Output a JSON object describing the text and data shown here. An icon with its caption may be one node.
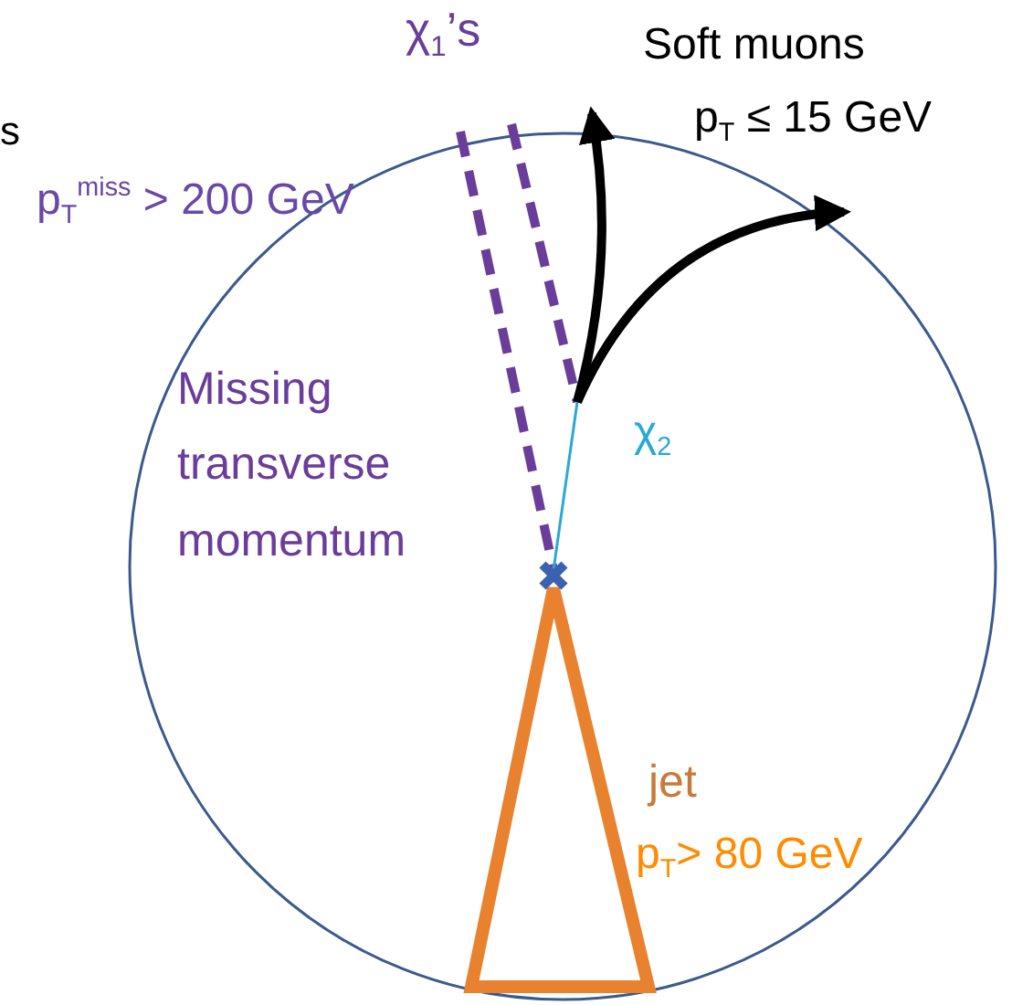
{
  "diagram": {
    "labels": [
      "s",
      "χ$_{1}$’s",
      "Soft muons",
      "p$_{T}$ ≤ 15 GeV",
      "p$_{T}$$^{miss}$ > 200 GeV",
      "Missing transverse momentum",
      "χ$_{2}$",
      "jet",
      "p$_{T}$> 80 GeV"
    ]
  }
}
